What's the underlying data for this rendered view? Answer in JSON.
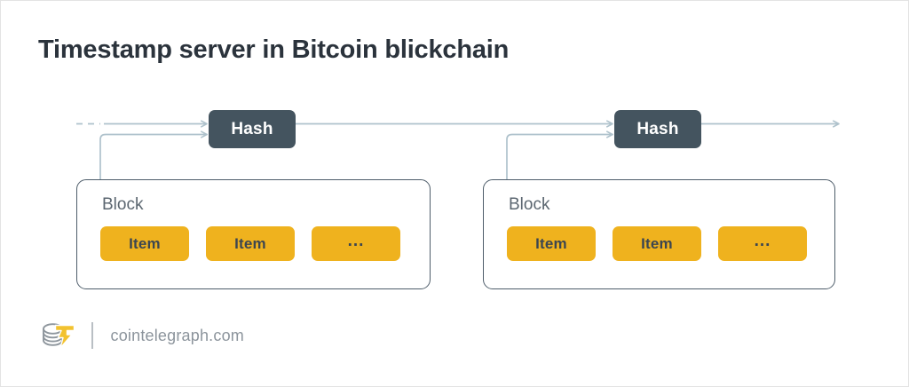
{
  "title": "Timestamp server in Bitcoin blickchain",
  "colors": {
    "background": "#ffffff",
    "title_text": "#2b333c",
    "hash_fill": "#44545f",
    "hash_text": "#ffffff",
    "block_border": "#4e5d6a",
    "block_label_text": "#5b6670",
    "item_fill": "#efb21e",
    "item_text": "#3c4650",
    "connector": "#afc2cc",
    "footer_text": "#8c949c",
    "footer_divider": "#b9bfc4",
    "logo_coin": "#8e969d",
    "logo_bolt": "#f2c230"
  },
  "diagram": {
    "type": "blockchain-timestamp-chain",
    "hash_nodes": [
      {
        "label": "Hash"
      },
      {
        "label": "Hash"
      }
    ],
    "blocks": [
      {
        "label": "Block",
        "items": [
          {
            "label": "Item"
          },
          {
            "label": "Item"
          },
          {
            "label": "..."
          }
        ]
      },
      {
        "label": "Block",
        "items": [
          {
            "label": "Item"
          },
          {
            "label": "Item"
          },
          {
            "label": "..."
          }
        ]
      }
    ]
  },
  "footer": {
    "site": "cointelegraph.com",
    "logo_name": "cointelegraph-logo"
  }
}
